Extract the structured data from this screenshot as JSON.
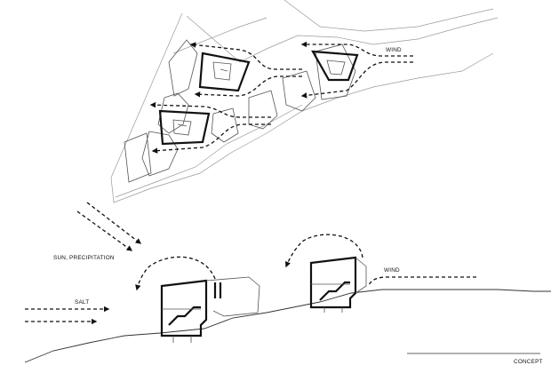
{
  "labels": {
    "wind_plan": "WIND",
    "sun_precipitation": "SUN, PRECIPITATION",
    "salt": "SALT",
    "wind_section": "WIND",
    "concept": "CONCEPT"
  }
}
